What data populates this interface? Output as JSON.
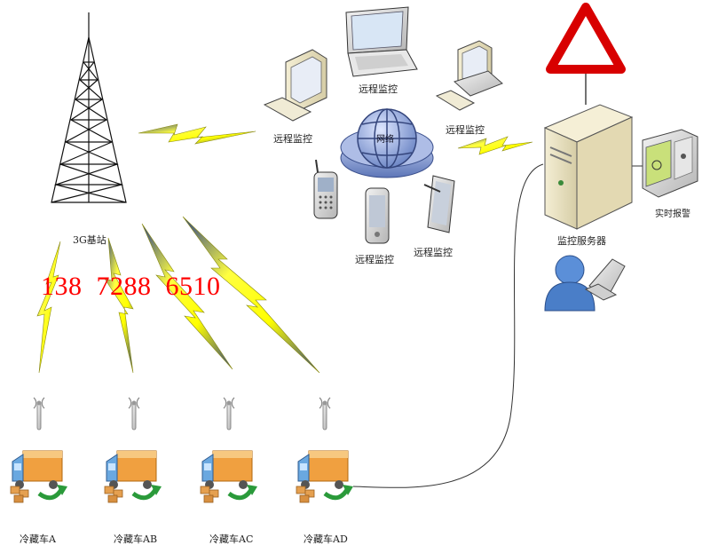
{
  "tower": {
    "label": "3G基站"
  },
  "phone_number": "138  7288  6510",
  "network": {
    "label": "网络"
  },
  "remote": {
    "label": "远程监控"
  },
  "server": {
    "label": "监控服务器"
  },
  "alarm": {
    "label": "实时报警"
  },
  "vehicles": [
    {
      "label": "冷藏车A"
    },
    {
      "label": "冷藏车AB"
    },
    {
      "label": "冷藏车AC"
    },
    {
      "label": "冷藏车AD"
    }
  ],
  "colors": {
    "lightning": "#ffff00",
    "lightning_stroke": "#a0a000",
    "warning": "#e00000",
    "network_globe": "#6f88c8",
    "phone_number": "#ff0000"
  },
  "icons": [
    "tower-icon",
    "globe-icon",
    "laptop-icon",
    "desktop-icon",
    "smartphone-icon",
    "server-icon",
    "alarm-panel-icon",
    "warning-sign-icon",
    "user-icon",
    "truck-icon",
    "antenna-icon"
  ]
}
